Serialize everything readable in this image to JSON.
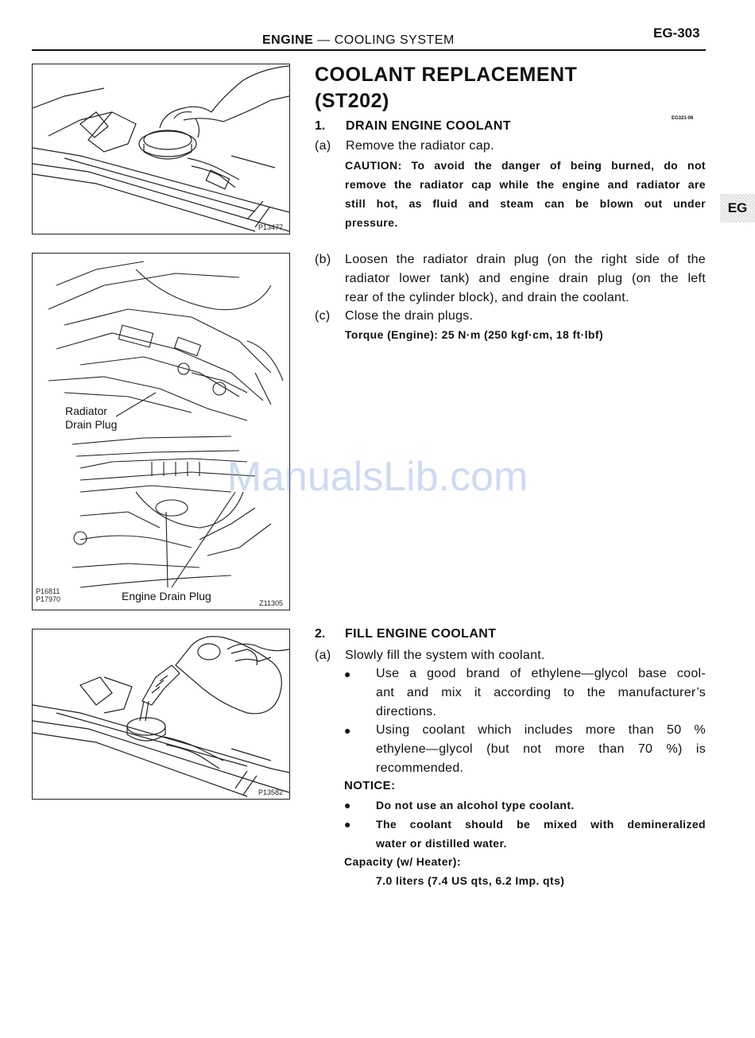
{
  "header": {
    "section": "ENGINE",
    "dash": "—",
    "subsection": "COOLING SYSTEM",
    "page_number": "EG-303"
  },
  "side_tab": "EG",
  "title": {
    "line1": "COOLANT REPLACEMENT",
    "line2": "(ST202)",
    "ref_code": "EG321-06"
  },
  "figures": {
    "fig1": {
      "code": "P13477"
    },
    "fig2": {
      "callout_top_line1": "Radiator",
      "callout_top_line2": "Drain Plug",
      "callout_bottom": "Engine Drain Plug",
      "code_left_1": "P16811",
      "code_left_2": "P17970",
      "code_right": "Z11305"
    },
    "fig3": {
      "code": "P13582"
    }
  },
  "step1": {
    "num": "1.",
    "title": "DRAIN ENGINE COOLANT",
    "a_label": "(a)",
    "a_text": "Remove the radiator cap.",
    "caution_lines": [
      "CAUTION: To avoid the danger of being burned, do not",
      "remove the radiator cap while the engine and radiator are",
      "still hot, as fluid and steam can be blown out under",
      "pressure."
    ],
    "b_label": "(b)",
    "b_lines": [
      "Loosen the radiator drain plug (on the right side of the",
      "radiator lower tank) and engine drain plug (on the left",
      "rear of the cylinder block), and drain the coolant."
    ],
    "c_label": "(c)",
    "c_text": "Close the drain plugs.",
    "torque": "Torque (Engine): 25 N·m (250 kgf·cm, 18 ft·lbf)"
  },
  "step2": {
    "num": "2.",
    "title": "FILL ENGINE COOLANT",
    "a_label": "(a)",
    "a_text": "Slowly fill the system with coolant.",
    "bullet_symbol": "●",
    "bullet1_lines": [
      "Use a good brand of ethylene—glycol base cool-",
      "ant and mix it according to the manufacturer’s",
      "directions."
    ],
    "bullet2_lines": [
      "Using coolant which includes more than 50 %",
      "ethylene—glycol (but not more than 70 %) is",
      "recommended."
    ],
    "notice_label": "NOTICE:",
    "notice1": "Do not use an alcohol type coolant.",
    "notice2_lines": [
      "The coolant should be mixed with demineralized",
      "water or distilled water."
    ],
    "capacity_label": "Capacity (w/ Heater):",
    "capacity_value": "7.0 liters (7.4 US qts, 6.2 Imp. qts)"
  },
  "watermark": "ManualsLib.com"
}
